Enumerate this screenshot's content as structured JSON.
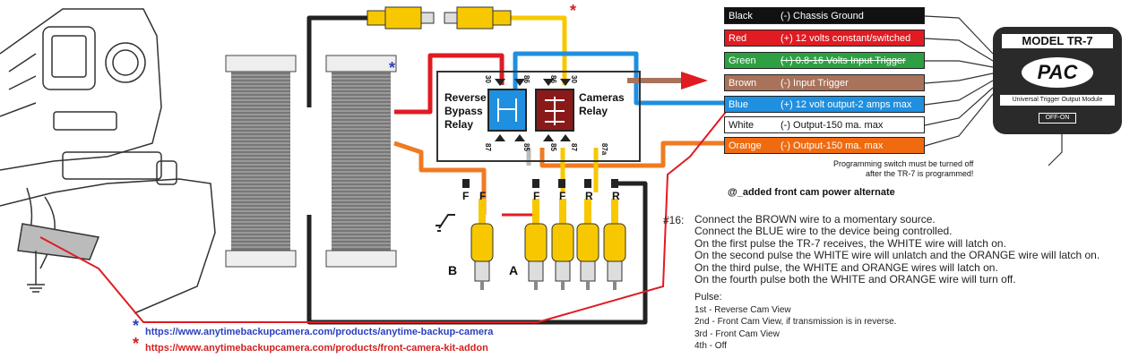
{
  "wire_labels": [
    {
      "color_name": "Black",
      "desc": "(-) Chassis Ground",
      "bg": "#111111",
      "fg": "#ffffff",
      "strike": false
    },
    {
      "color_name": "Red",
      "desc": "(+) 12 volts constant/switched",
      "bg": "#e01b22",
      "fg": "#ffffff",
      "strike": false
    },
    {
      "color_name": "Green",
      "desc": "(+) 0.8-16 Volts Input Trigger",
      "bg": "#2ea043",
      "fg": "#ffffff",
      "strike": true
    },
    {
      "color_name": "Brown",
      "desc": "(-) Input Trigger",
      "bg": "#a9725a",
      "fg": "#ffffff",
      "strike": false
    },
    {
      "color_name": "Blue",
      "desc": "(+) 12 volt output-2 amps max",
      "bg": "#1f8fe0",
      "fg": "#ffffff",
      "strike": false
    },
    {
      "color_name": "White",
      "desc": "(-) Output-150 ma. max",
      "bg": "#ffffff",
      "fg": "#111111",
      "strike": false
    },
    {
      "color_name": "Orange",
      "desc": "(-) Output-150 ma. max",
      "bg": "#f06a10",
      "fg": "#ffffff",
      "strike": false
    }
  ],
  "module": {
    "model": "MODEL TR-7",
    "brand": "PAC",
    "subtitle": "Universal Trigger Output Module",
    "switch": "OFF-ON"
  },
  "programming_note": [
    "Programming switch must be turned off",
    "after the TR-7 is programmed!"
  ],
  "relays": {
    "reverse": [
      "Reverse",
      "Bypass",
      "Relay"
    ],
    "cameras": [
      "Cameras",
      "Relay"
    ],
    "pins": {
      "p30": "30",
      "p86": "86",
      "p87": "87",
      "p85": "85",
      "p87a": "87a"
    }
  },
  "connectors": {
    "labels": [
      "F",
      "F",
      "F",
      "F",
      "R",
      "R"
    ],
    "group_b": "B",
    "group_a": "A"
  },
  "added_note": "@_added front cam power alternate",
  "instructions": {
    "prefix": "#16:",
    "lines": [
      "Connect the BROWN wire to a momentary source.",
      "Connect the BLUE wire to the device being controlled.",
      "On the first pulse the TR-7 receives, the WHITE wire will latch on.",
      "On the second pulse the WHITE wire will unlatch and the ORANGE wire will latch on.",
      "On the third pulse, the WHITE and ORANGE wires will latch on.",
      "On the fourth pulse both the WHITE and ORANGE wire will turn off."
    ]
  },
  "pulse": {
    "title": "Pulse:",
    "items": [
      "1st - Reverse Cam View",
      "2nd - Front Cam View, if transmission is in reverse.",
      "3rd - Front Cam View",
      "4th - Off"
    ]
  },
  "links": [
    {
      "star": "*",
      "url": "https://www.anytimebackupcamera.com/products/anytime-backup-camera",
      "color": "#2b3fbf"
    },
    {
      "star": "*",
      "url": "https://www.anytimebackupcamera.com/products/front-camera-kit-addon",
      "color": "#d42020"
    }
  ],
  "colors": {
    "red": "#e01b22",
    "blue": "#1f8fe0",
    "yellow": "#f7c800",
    "orange": "#f07a22",
    "black": "#222222",
    "brown": "#a9725a"
  }
}
